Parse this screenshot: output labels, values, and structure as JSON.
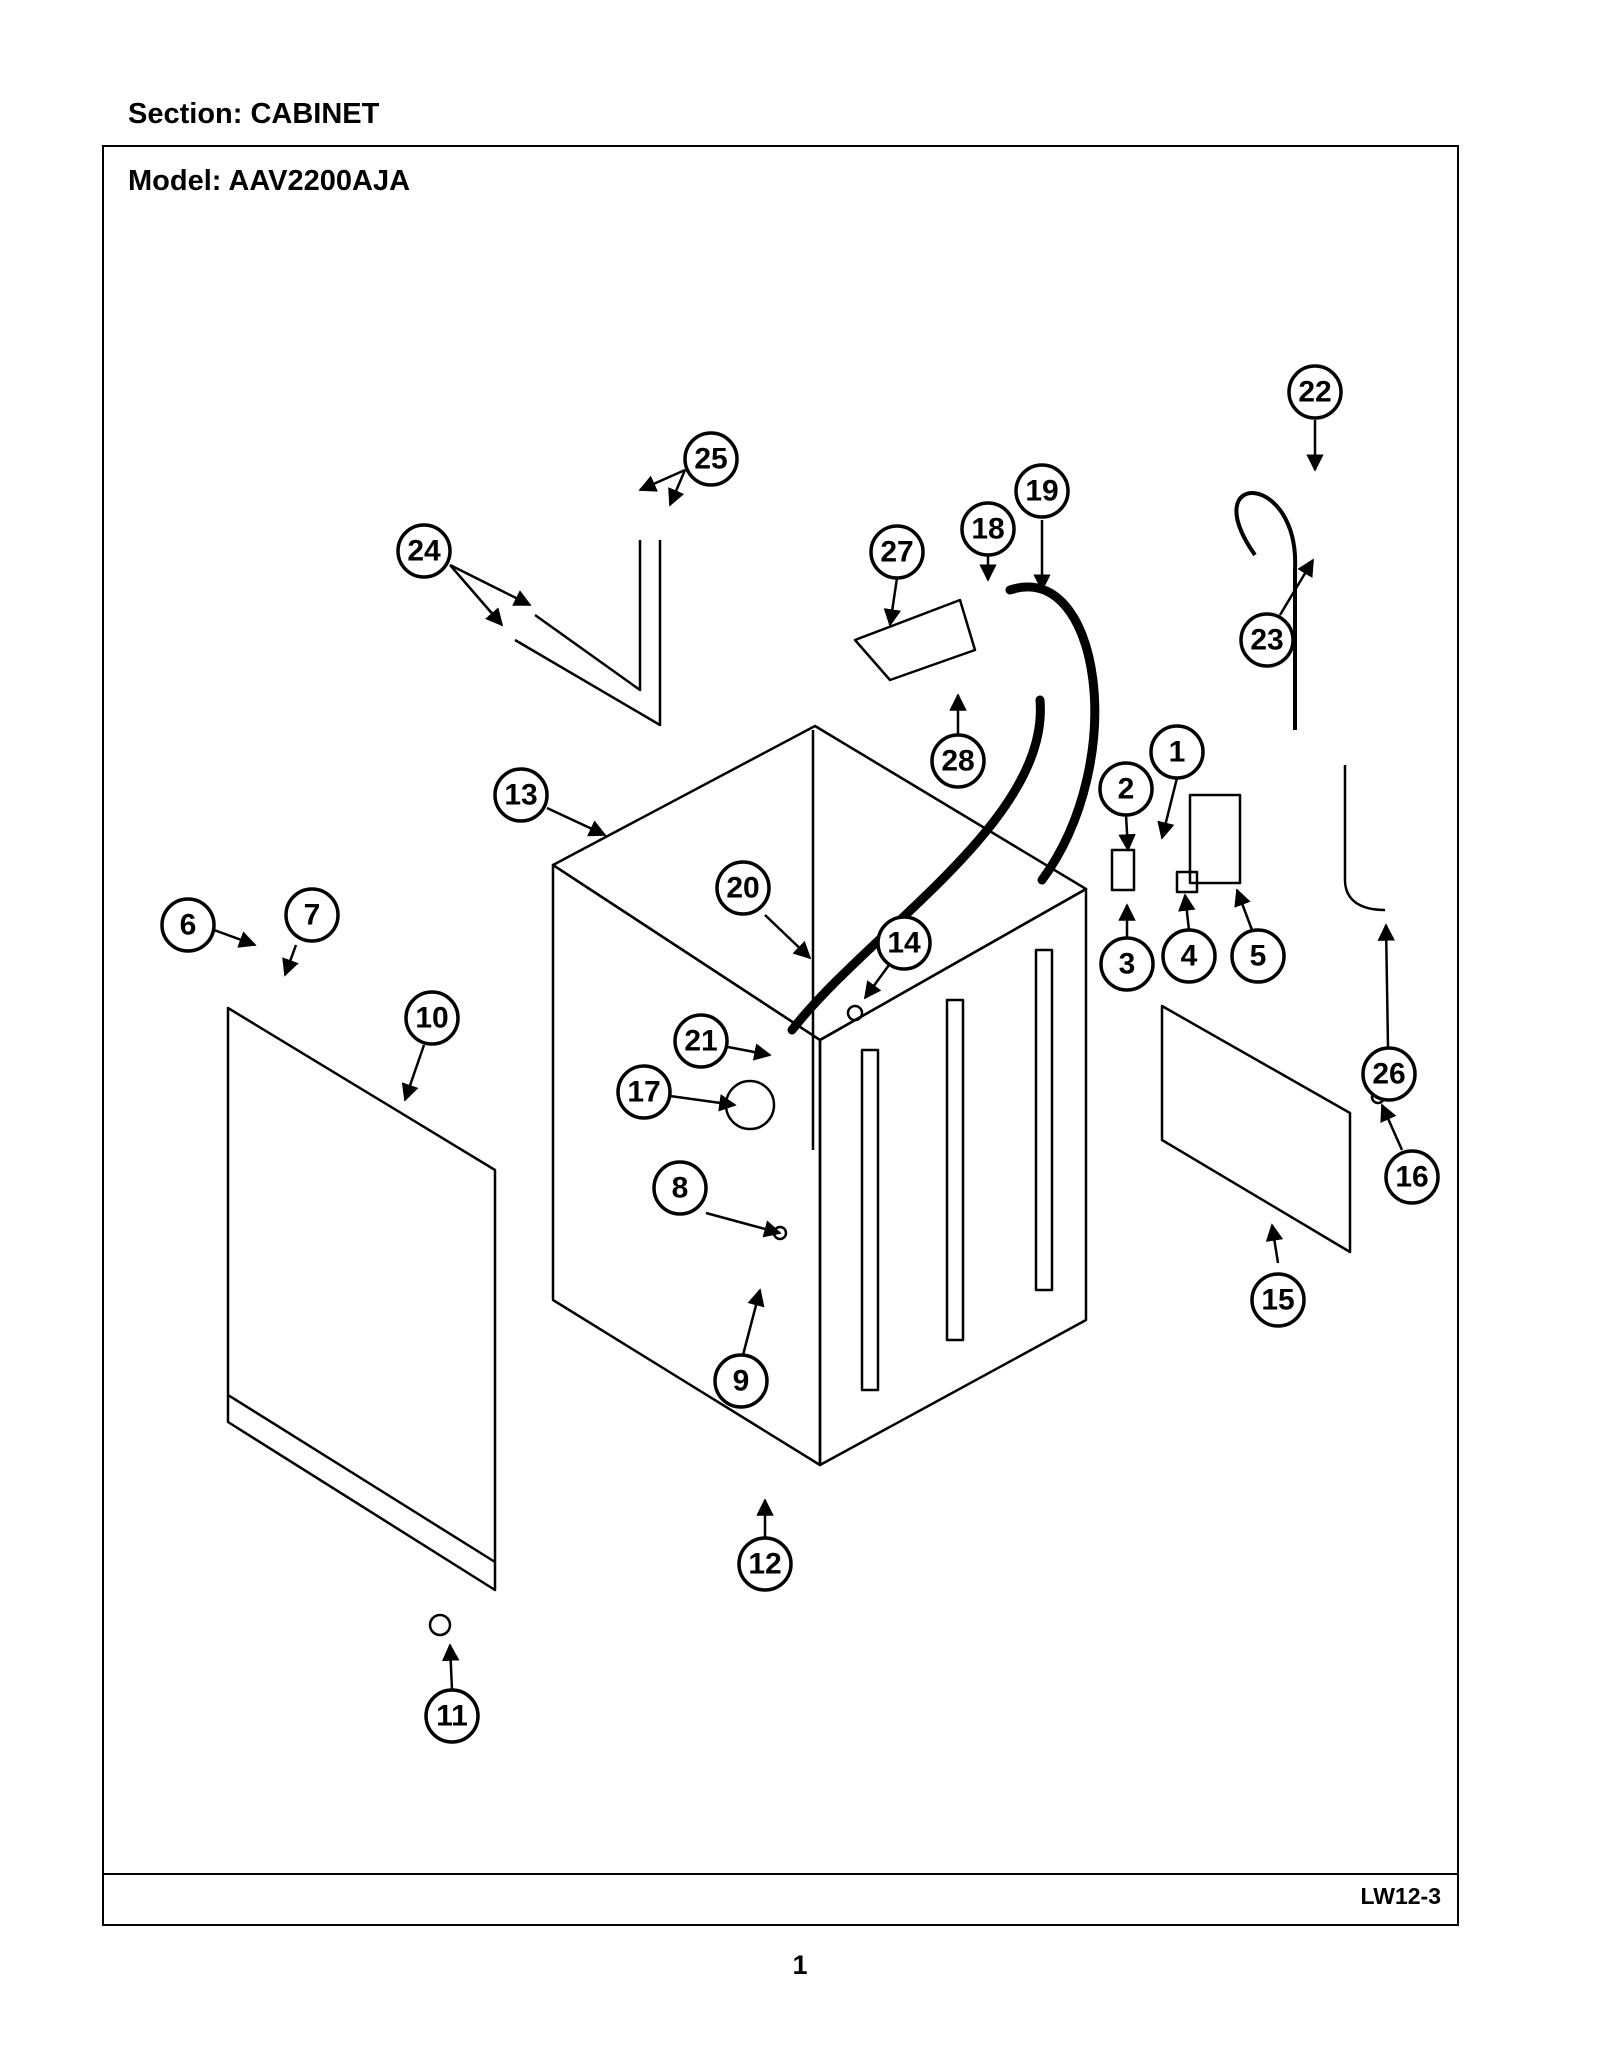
{
  "header": {
    "section_label": "Section:  CABINET",
    "model_label": "Model:  AAV2200AJA"
  },
  "footer": {
    "diagram_code": "LW12-3",
    "page_number": "1"
  },
  "callouts": [
    "1",
    "2",
    "3",
    "4",
    "5",
    "6",
    "7",
    "8",
    "9",
    "10",
    "11",
    "12",
    "13",
    "14",
    "15",
    "16",
    "17",
    "18",
    "19",
    "20",
    "21",
    "22",
    "23",
    "24",
    "25",
    "26",
    "27",
    "28"
  ]
}
